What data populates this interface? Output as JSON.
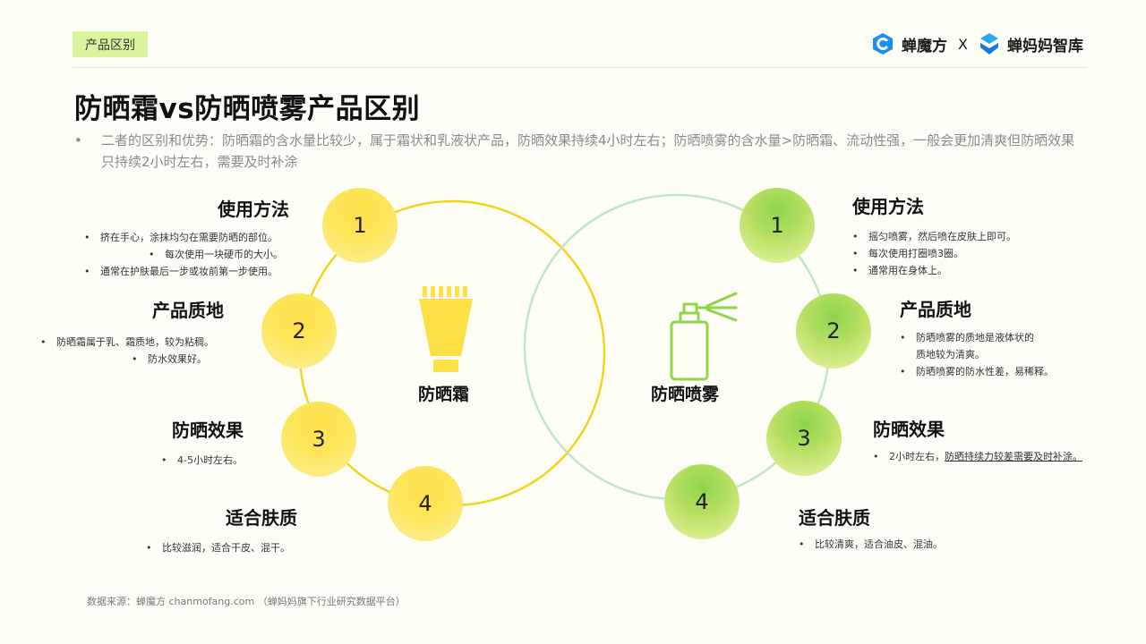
{
  "header": {
    "tag": "产品区别",
    "brand_left": "蝉魔方",
    "brand_sep": "X",
    "brand_right": "蝉妈妈智库"
  },
  "title": "防晒霜vs防晒喷雾产品区别",
  "summary": {
    "bullet": "•",
    "text": "二者的区别和优势：防晒霜的含水量比较少，属于霜状和乳液状产品，防晒效果持续4小时左右；防晒喷雾的含水量>防晒霜、流动性强，一般会更加清爽但防晒效果只持续2小时左右，需要及时补涂"
  },
  "left": {
    "name": "防晒霜",
    "accent": "#f5d21c",
    "icon": "sunscreen-tube-icon",
    "items": [
      {
        "num": "1",
        "title": "使用方法",
        "lines": [
          "挤在手心，涂抹均匀在需要防晒的部位。",
          "每次使用一块硬币的大小。",
          "通常在护肤最后一步或妆前第一步使用。"
        ]
      },
      {
        "num": "2",
        "title": "产品质地",
        "lines": [
          "防晒霜属于乳、霜质地，较为粘稠。",
          "防水效果好。"
        ]
      },
      {
        "num": "3",
        "title": "防晒效果",
        "lines": [
          "4-5小时左右。"
        ]
      },
      {
        "num": "4",
        "title": "适合肤质",
        "lines": [
          "比较滋润，适合干皮、混干。"
        ]
      }
    ]
  },
  "right": {
    "name": "防晒喷雾",
    "accent": "#8fd44a",
    "icon": "spray-bottle-icon",
    "items": [
      {
        "num": "1",
        "title": "使用方法",
        "lines": [
          "摇匀喷雾，然后喷在皮肤上即可。",
          "每次使用打圈喷3圈。",
          "通常用在身体上。"
        ]
      },
      {
        "num": "2",
        "title": "产品质地",
        "lines": [
          "防晒喷雾的质地是液体状的",
          "质地较为清爽。",
          "防晒喷雾的防水性差，易稀释。"
        ]
      },
      {
        "num": "3",
        "title": "防晒效果",
        "lines": [
          "2小时左右，",
          "防晒持续力较差需要及时补涂。"
        ]
      },
      {
        "num": "4",
        "title": "适合肤质",
        "lines": [
          "比较清爽，适合油皮、混油。"
        ]
      }
    ]
  },
  "source": "数据来源：蝉魔方 chanmofang.com （蝉妈妈旗下行业研究数据平台）"
}
